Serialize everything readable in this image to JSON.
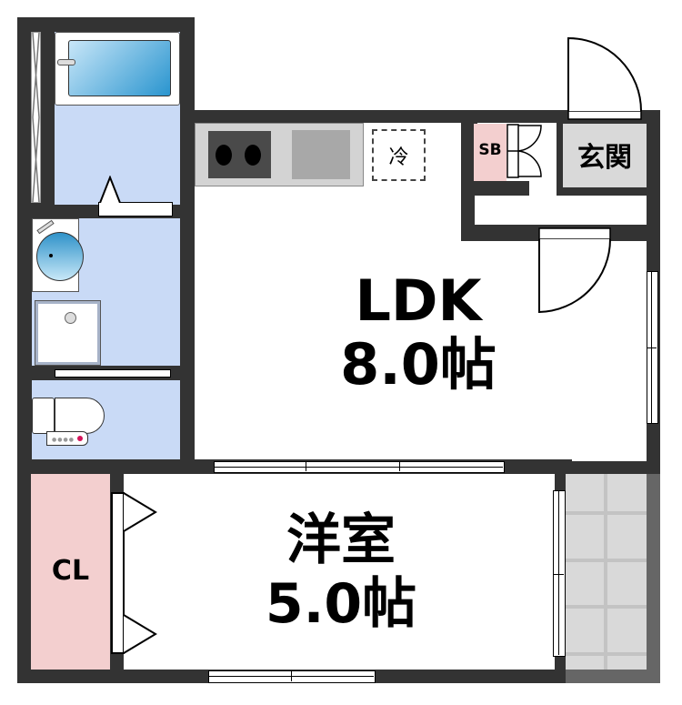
{
  "floorplan": {
    "rooms": {
      "ldk": {
        "name": "LDK",
        "size": "8.0帖"
      },
      "western": {
        "name": "洋室",
        "size": "5.0帖"
      },
      "closet": {
        "name": "CL"
      },
      "shoe_box": {
        "name": "SB"
      },
      "entrance": {
        "name": "玄関"
      },
      "fridge": {
        "name": "冷"
      }
    },
    "colors": {
      "wall": "#333333",
      "wet_area": "#c9daf6",
      "storage": "#f3cfcf",
      "entrance": "#d9d9d9",
      "balcony": "#d9d9d9",
      "kitchen_counter": "#d3d3d3",
      "bathtub": "#3a9fd6"
    },
    "icons": [
      "bathtub-icon",
      "washbasin-icon",
      "washing-machine-pan-icon",
      "toilet-icon",
      "stove-icon",
      "sink-icon",
      "fridge-icon"
    ]
  }
}
